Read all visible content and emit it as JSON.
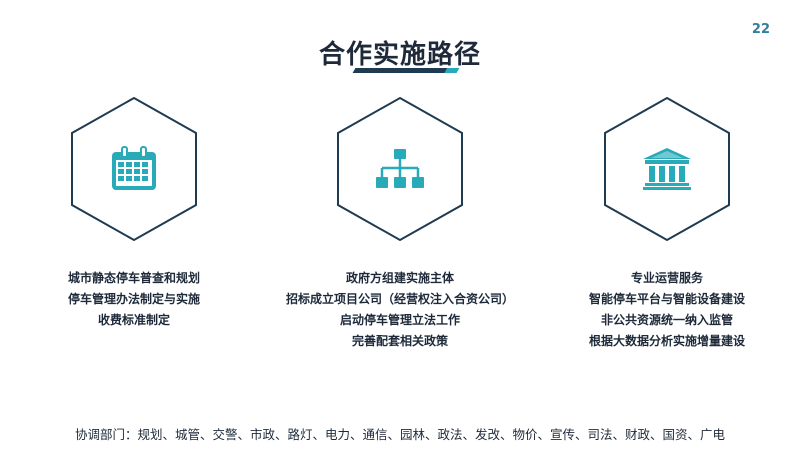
{
  "page_number": "22",
  "title": "合作实施路径",
  "accent_color": "#28aab8",
  "outline_color": "#1f3b52",
  "columns": [
    {
      "icon": "calendar-icon",
      "lines": [
        "城市静态停车普查和规划",
        "停车管理办法制定与实施",
        "收费标准制定"
      ]
    },
    {
      "icon": "org-chart-icon",
      "lines": [
        "政府方组建实施主体",
        "招标成立项目公司（经营权注入合资公司）",
        "启动停车管理立法工作",
        "完善配套相关政策"
      ]
    },
    {
      "icon": "institution-building-icon",
      "lines": [
        "专业运营服务",
        "智能停车平台与智能设备建设",
        "非公共资源统一纳入监管",
        "根据大数据分析实施增量建设"
      ]
    }
  ],
  "footer": "协调部门：规划、城管、交警、市政、路灯、电力、通信、园林、政法、发改、物价、宣传、司法、财政、国资、广电"
}
